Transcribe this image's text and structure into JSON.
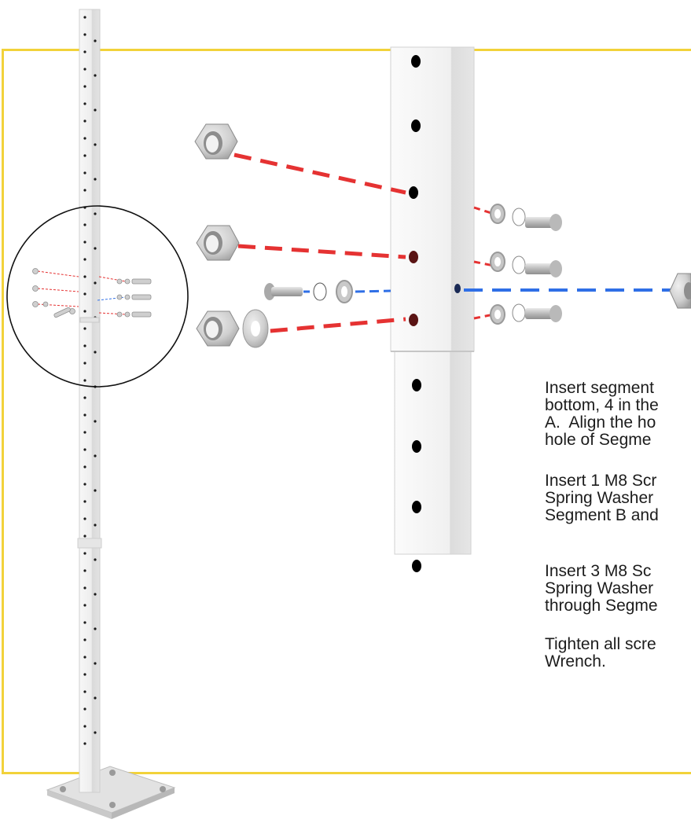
{
  "frame": {
    "border_color": "#f2d23a"
  },
  "colors": {
    "red_dash": "#e53232",
    "blue_dash": "#2f6fe6",
    "tube_light": "#f4f4f4",
    "tube_shade": "#dadada",
    "hole": "#000000",
    "hole_dark_red": "#5a1414",
    "hardware": "#c4c4c4"
  },
  "icons": [
    "hex-nut-icon",
    "flat-washer-icon",
    "spring-washer-icon",
    "m8-screw-icon",
    "detail-circle-icon"
  ],
  "instructions": {
    "step1": "Insert segment\nbottom, 4 in the\nA.  Align the ho\nhole of Segme",
    "step2": "Insert 1 M8 Scr\nSpring Washer\nSegment B and",
    "step3": "Insert 3 M8 Sc\nSpring Washer\nthrough Segme",
    "step4": "Tighten all scre\nWrench."
  }
}
